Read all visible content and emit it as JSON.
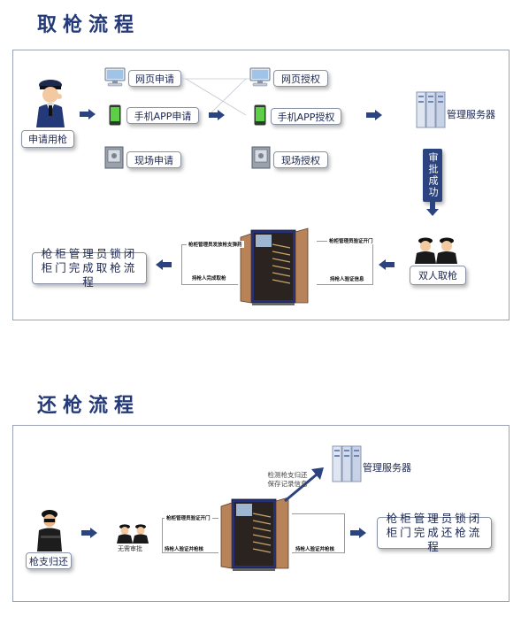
{
  "sections": {
    "withdraw": {
      "title": "取枪流程",
      "apply_user": "申请用枪",
      "web_apply": "网页申请",
      "app_apply": "手机APP申请",
      "site_apply": "现场申请",
      "web_auth": "网页授权",
      "app_auth": "手机APP授权",
      "site_auth": "现场授权",
      "server": "管理服务器",
      "approved": "审批成功",
      "dual_take": "双人取枪",
      "note_admin_verify": "枪柜管理员验证开门",
      "note_holder_verify": "持枪人验证信息",
      "note_admin_issue": "枪柜管理员发放枪支弹药",
      "note_holder_done": "持枪人完成取枪",
      "final": "枪柜管理员锁闭柜门完成取枪流程"
    },
    "return": {
      "title": "还枪流程",
      "return_user": "枪支归还",
      "no_approval": "无需审批",
      "note_admin_verify": "枪柜管理员验证开门",
      "note_holder_check": "持枪人验证并枪核",
      "note_holder_verify_check": "持枪人验证并枪核",
      "server_note": "检测枪支归还\n保存记录信息",
      "server": "管理服务器",
      "final": "枪柜管理员锁闭柜门完成还枪流程"
    }
  },
  "colors": {
    "title": "#243a78",
    "arrow": "#2b4480",
    "label_text": "#1a2550",
    "panel_border": "#9aa3b3"
  }
}
